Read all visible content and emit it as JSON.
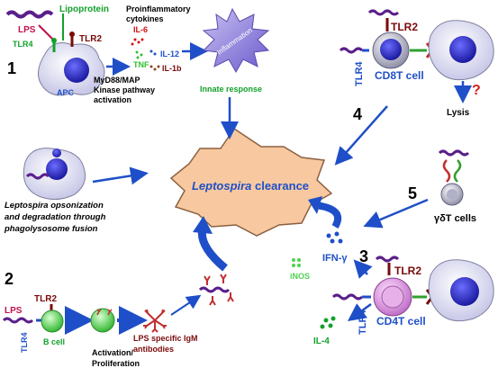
{
  "labels": {
    "lps": "LPS",
    "lipoprotein": "Lipoprotein",
    "tlr4": "TLR4",
    "tlr2": "TLR2",
    "apc": "APC",
    "step1": "1",
    "step2": "2",
    "step3": "3",
    "step4": "4",
    "step5": "5",
    "myd88_line1": "MyD88/MAP",
    "myd88_line2": "Kinase pathway",
    "myd88_line3": "activation",
    "proinflam_line1": "Proinflammatory",
    "proinflam_line2": "cytokines",
    "il6": "IL-6",
    "il12": "IL-12",
    "tnf": "TNF",
    "il1b": "IL-1b",
    "inflammation": "Inflammation",
    "innate": "Innate response",
    "clearance_italic": "Leptospira",
    "clearance_rest": " clearance",
    "opson_line1": "Leptospira opsonization",
    "opson_line2": "and degradation through",
    "opson_line3": "phagolysosome fusion",
    "bcell_lps": "LPS",
    "bcell_tlr2": "TLR2",
    "bcell_tlr4": "TLR4",
    "bcell": "B cell",
    "activation_line1": "Activation/",
    "activation_line2": "Proliferation",
    "igm_line1": "LPS specific IgM",
    "igm_line2": "antibodies",
    "cd8_tlr2": "TLR2",
    "cd8_tlr4": "TLR4",
    "cd8": "CD8T cell",
    "lysis": "Lysis",
    "question": "?",
    "gdt": "γδT cells",
    "ifn": "IFN-γ",
    "inos": "iNOS",
    "cd4_tlr2": "TLR2",
    "cd4_tlr4": "TLR4",
    "cd4": "CD4T cell",
    "il4": "IL-4"
  },
  "colors": {
    "blue": "#1f4fc8",
    "dark_red": "#7a0a0a",
    "green": "#12a12a",
    "purple": "#5a1f8a",
    "star_fill": "#f8c9a0",
    "cell_fill": "#dcdcf2",
    "nucleus": "#2828c8"
  }
}
